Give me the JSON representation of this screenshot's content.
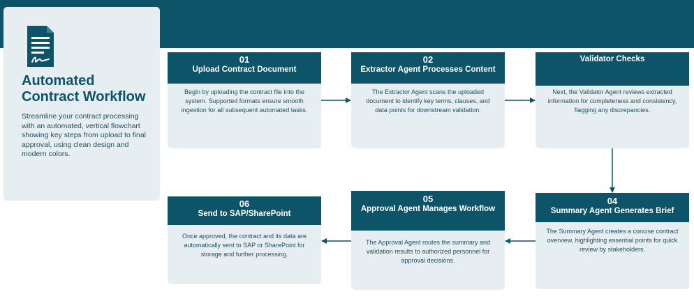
{
  "intro": {
    "title": "Automated Contract Workflow",
    "description": "Streamline your contract processing with an automated, vertical flowchart showing key steps from upload to final approval, using clean design and modern colors.",
    "icon": "contract-document-icon"
  },
  "colors": {
    "primary": "#0d5468",
    "card_background": "#e6eef1",
    "text": "#244f5f"
  },
  "steps": [
    {
      "number": "01",
      "title": "Upload Contract Document",
      "description": "Begin by uploading the contract file into the system. Supported formats ensure smooth ingestion for all subsequent automated tasks."
    },
    {
      "number": "02",
      "title": "Extractor Agent Processes Content",
      "description": "The Extractor Agent scans the uploaded document to identify key terms, clauses, and data points for downstream validation."
    },
    {
      "number": "",
      "title": "Validator Checks",
      "description": "Next, the Validator Agent reviews extracted information for completeness and consistency, flagging any discrepancies."
    },
    {
      "number": "04",
      "title": "Summary Agent Generates Brief",
      "description": "The Summary Agent creates a concise contract overview, highlighting essential points for quick review by stakeholders."
    },
    {
      "number": "05",
      "title": "Approval Agent Manages Workflow",
      "description": "The Approval Agent routes the summary and validation results to authorized personnel for approval decisions."
    },
    {
      "number": "06",
      "title": "Send to SAP/SharePoint",
      "description": "Once approved, the contract and its data are automatically sent to SAP or SharePoint for storage and further processing."
    }
  ]
}
